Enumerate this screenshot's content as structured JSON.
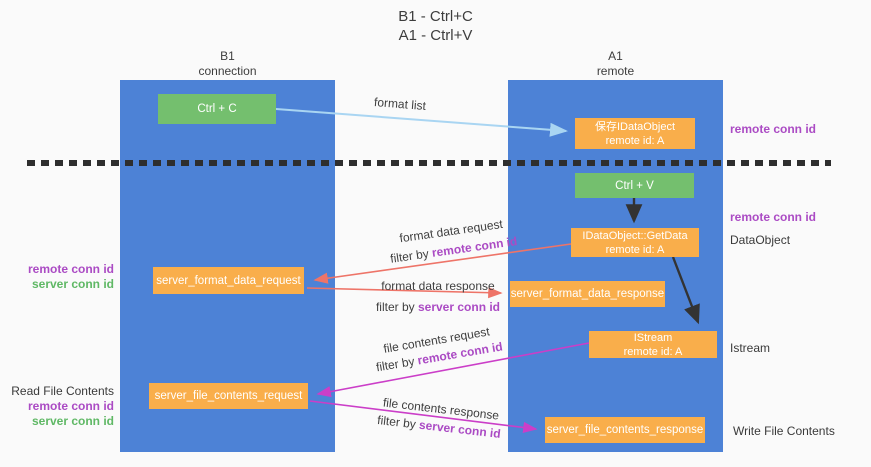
{
  "title": {
    "line1": "B1 - Ctrl+C",
    "line2": "A1 - Ctrl+V"
  },
  "columns": {
    "left": {
      "name": "B1",
      "subtitle": "connection"
    },
    "right": {
      "name": "A1",
      "subtitle": "remote"
    }
  },
  "nodes": {
    "ctrl_c": {
      "label": "Ctrl + C"
    },
    "save_obj": {
      "line1": "保存IDataObject",
      "line2": "remote id: A"
    },
    "ctrl_v": {
      "label": "Ctrl + V"
    },
    "getdata": {
      "line1": "IDataObject::GetData",
      "line2": "remote id: A"
    },
    "fmt_req": {
      "label": "server_format_data_request"
    },
    "fmt_resp": {
      "label": "server_format_data_response"
    },
    "istream": {
      "line1": "IStream",
      "line2": "remote id: A"
    },
    "file_req": {
      "label": "server_file_contents_request"
    },
    "file_resp": {
      "label": "server_file_contents_response"
    }
  },
  "edge_labels": {
    "format_list": "format list",
    "fmt_req": {
      "line1": "format data request",
      "prefix": "filter by ",
      "key": "remote conn id"
    },
    "fmt_resp": {
      "line1": "format data response",
      "prefix": "filter by ",
      "key": "server conn id"
    },
    "file_req": {
      "line1": "file contents request",
      "prefix": "filter by ",
      "key": "remote conn id"
    },
    "file_resp": {
      "line1": "file contents response",
      "prefix": "filter by ",
      "key": "server conn id"
    }
  },
  "left_labels": {
    "remote_conn_1": "remote conn id",
    "server_conn_1": "server conn id",
    "read_file": "Read File Contents",
    "remote_conn_2": "remote conn id",
    "server_conn_2": "server conn id"
  },
  "right_labels": {
    "remote_conn_top": "remote conn id",
    "remote_conn_mid": "remote conn id",
    "dataobject": "DataObject",
    "istream": "Istream",
    "write_file": "Write File Contents"
  },
  "colors": {
    "background": "#fafafa",
    "column_blue": "#4d82d6",
    "box_green": "#74bf6e",
    "box_orange": "#f9ae4b",
    "purple_text": "#ab4bc4",
    "green_text": "#5fb865",
    "arrow_blue": "#a9d5f2",
    "arrow_red": "#ee7468",
    "arrow_magenta": "#cb3ec8",
    "arrow_black": "#333333",
    "dash_line": "#2e2e2e"
  }
}
